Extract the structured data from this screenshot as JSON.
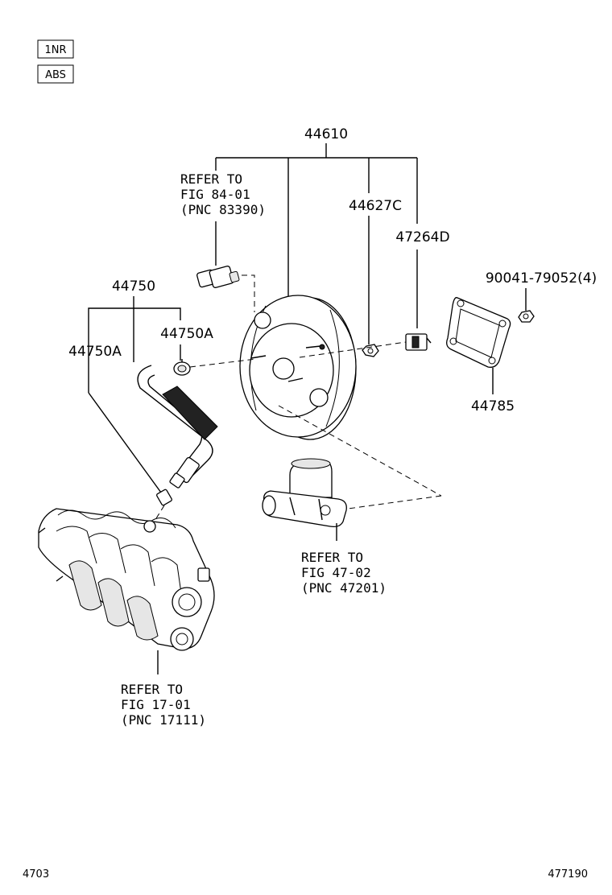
{
  "tags": [
    "1NR",
    "ABS"
  ],
  "part_labels": {
    "p44610": "44610",
    "p44627c": "44627C",
    "p47264d": "47264D",
    "p90041": "90041-79052(4)",
    "p44785": "44785",
    "p44750": "44750",
    "p44750a_right": "44750A",
    "p44750a_left": "44750A"
  },
  "refs": {
    "sensor": [
      "REFER TO",
      "FIG 84-01",
      "(PNC 83390)"
    ],
    "master_cylinder": [
      "REFER TO",
      "FIG 47-02",
      "(PNC 47201)"
    ],
    "manifold": [
      "REFER TO",
      "FIG 17-01",
      "(PNC 17111)"
    ]
  },
  "footer": {
    "left": "4703",
    "right": "477190"
  }
}
